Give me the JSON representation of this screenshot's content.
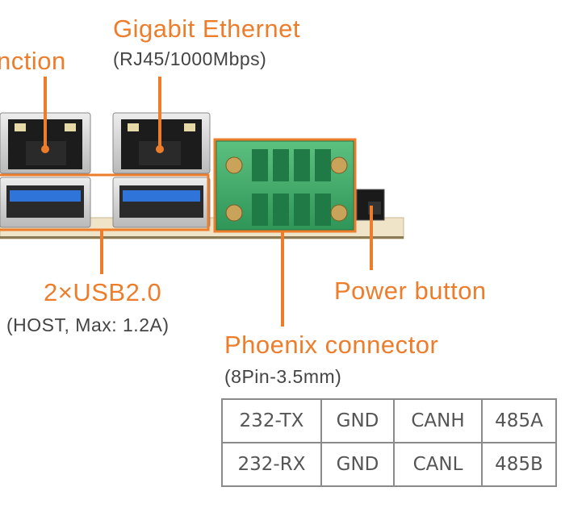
{
  "labels": {
    "ethernet_left": {
      "title": "nction"
    },
    "ethernet_right": {
      "title": "Gigabit Ethernet",
      "subtitle": "(RJ45/1000Mbps)"
    },
    "usb": {
      "title": "2×USB2.0",
      "subtitle": "(HOST, Max: 1.2A)"
    },
    "power": {
      "title": "Power button"
    },
    "phoenix": {
      "title": "Phoenix connector",
      "subtitle": "(8Pin-3.5mm)"
    }
  },
  "pin_table": {
    "rows": [
      [
        "232-TX",
        "GND",
        "CANH",
        "485A"
      ],
      [
        "232-RX",
        "GND",
        "CANL",
        "485B"
      ]
    ]
  },
  "colors": {
    "accent": "#ee7d2b",
    "connector_green": "#3fae6a",
    "pcb_edge": "#d9c9a0",
    "metal": "#d8d8d8",
    "usb_blue": "#2f74d8"
  },
  "icons": [
    "ethernet-port-icon",
    "usb-port-icon",
    "phoenix-terminal-icon",
    "power-button-icon"
  ]
}
